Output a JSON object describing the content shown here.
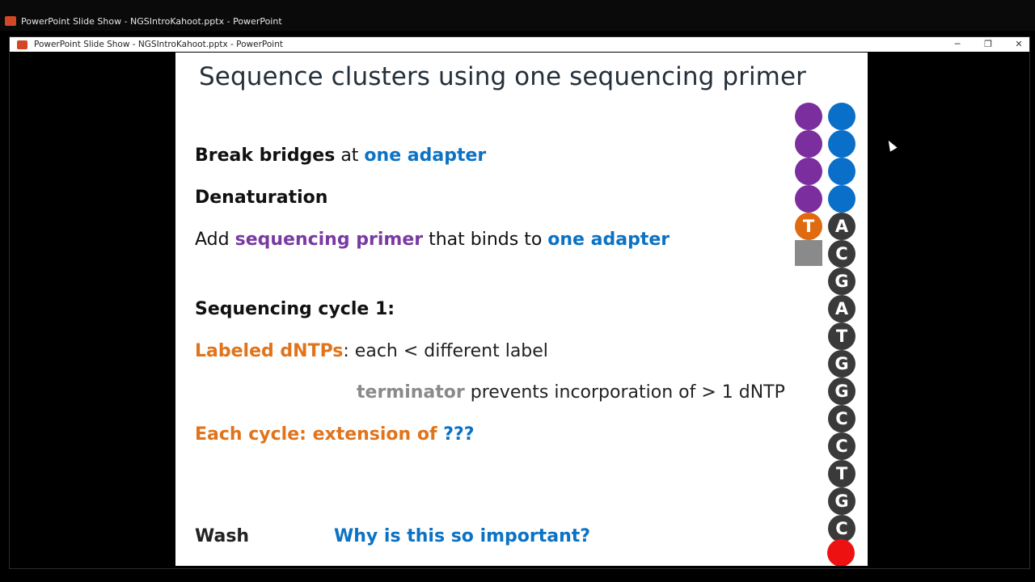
{
  "outer_window": {
    "title": "PowerPoint Slide Show  -  NGSIntroKahoot.pptx  -  PowerPoint"
  },
  "inner_window": {
    "title": "PowerPoint Slide Show  -  NGSIntroKahoot.pptx  -  PowerPoint",
    "minimize": "─",
    "restore": "❐",
    "close": "✕"
  },
  "slide": {
    "title": "Sequence clusters using one sequencing primer",
    "line1": {
      "a": "Break bridges",
      "b": " at ",
      "c": "one adapter"
    },
    "line2": "Denaturation",
    "line3": {
      "a": "Add ",
      "b": "sequencing primer",
      "c": " that binds to ",
      "d": "one adapter"
    },
    "line4": "Sequencing cycle 1:",
    "line5": {
      "a": "Labeled dNTPs",
      "b": ": each < different label"
    },
    "line6": {
      "a": "terminator",
      "b": " prevents incorporation  of  > 1 dNTP"
    },
    "line7": {
      "a": "Each cycle: extension of ",
      "b": "???"
    },
    "line8": {
      "a": "Wash",
      "b": "Why is this so important?"
    }
  },
  "strand_left": [
    "",
    "",
    "",
    "",
    "T"
  ],
  "strand_right": [
    "",
    "",
    "",
    "",
    "A",
    "C",
    "G",
    "A",
    "T",
    "G",
    "G",
    "C",
    "C",
    "T",
    "G",
    "C",
    ""
  ],
  "colors": {
    "blue": "#0b72c4",
    "purple": "#7a3aa3",
    "orange": "#e0741c",
    "bead_dark": "#3a3a3a",
    "bead_red": "#ee1111"
  }
}
